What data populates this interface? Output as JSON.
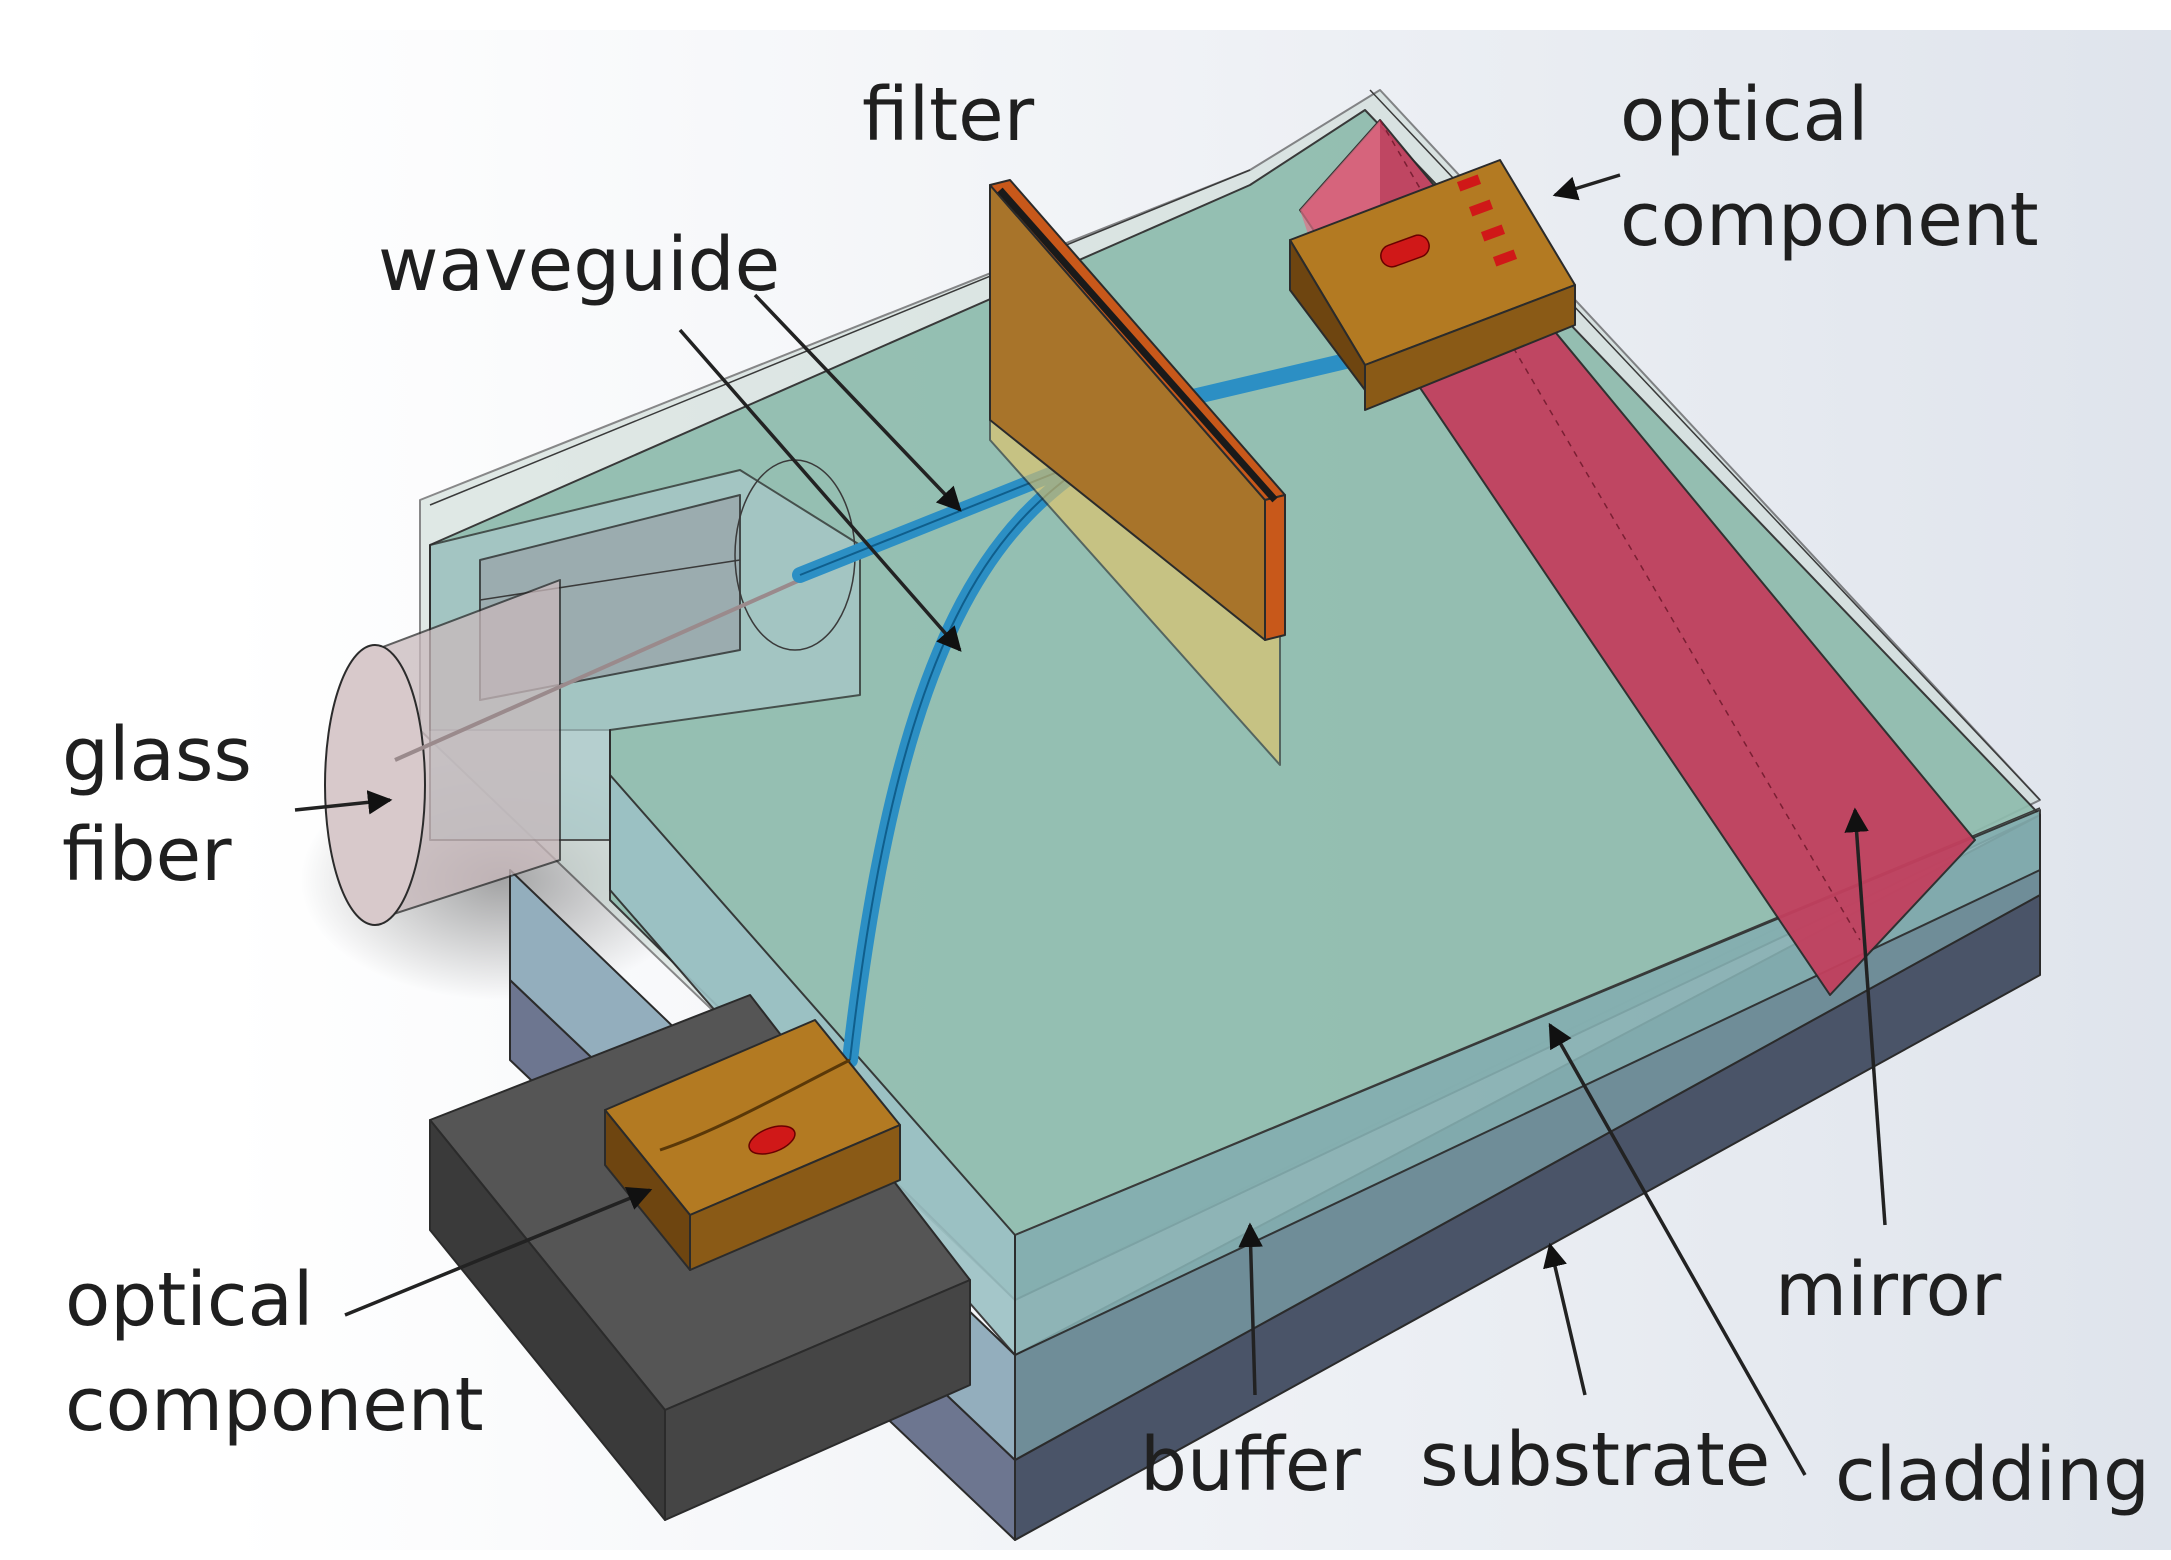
{
  "labels": {
    "filter": "filter",
    "optical_component_top_line1": "optical",
    "optical_component_top_line2": "component",
    "waveguide": "waveguide",
    "glass_fiber_line1": "glass",
    "glass_fiber_line2": "fiber",
    "optical_component_bottom_line1": "optical",
    "optical_component_bottom_line2": "component",
    "mirror": "mirror",
    "buffer": "buffer",
    "substrate": "substrate",
    "cladding": "cladding"
  },
  "colors": {
    "cladding": "#8fbcae",
    "buffer": "#6f8d98",
    "substrate": "#4a5468",
    "waveguide": "#2c8fc4",
    "filter": "#a8742a",
    "filter_edge": "#c8581a",
    "mirror": "#c2405e",
    "optical_component": "#b37a22",
    "emitter": "#d01818",
    "mount": "#4e4e4e",
    "fiber": "#c9b9bc"
  }
}
